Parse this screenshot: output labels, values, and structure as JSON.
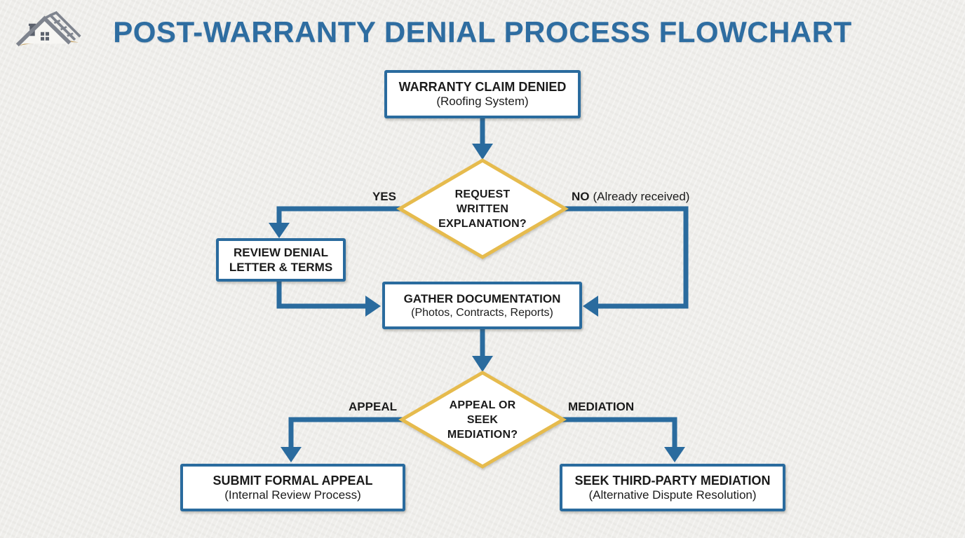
{
  "header": {
    "title": "POST-WARRANTY DENIAL PROCESS FLOWCHART"
  },
  "colors": {
    "background": "#efeeeb",
    "blue": "#2a6b9e",
    "title_blue": "#2e6da1",
    "gold": "#e6bb4d",
    "node_fill": "#ffffff",
    "text_dark": "#1b1b1b",
    "logo_gray": "#7f848e",
    "logo_dark": "#5b616c",
    "logo_gold": "#c8a76b"
  },
  "flowchart": {
    "nodes": {
      "claim_denied": {
        "title": "WARRANTY CLAIM DENIED",
        "subtitle": "(Roofing System)"
      },
      "request_explanation": {
        "line1": "REQUEST",
        "line2": "WRITTEN",
        "line3": "EXPLANATION?"
      },
      "review_denial": {
        "line1": "REVIEW DENIAL",
        "line2": "LETTER & TERMS"
      },
      "gather_documentation": {
        "title": "GATHER DOCUMENTATION",
        "subtitle": "(Photos, Contracts, Reports)"
      },
      "appeal_or_mediation": {
        "line1": "APPEAL OR",
        "line2": "SEEK",
        "line3": "MEDIATION?"
      },
      "submit_appeal": {
        "title": "SUBMIT FORMAL APPEAL",
        "subtitle": "(Internal Review Process)"
      },
      "seek_mediation": {
        "title": "SEEK THIRD-PARTY MEDIATION",
        "subtitle": "(Alternative Dispute Resolution)"
      }
    },
    "edge_labels": {
      "yes": "YES",
      "no": "NO",
      "no_note": "(Already received)",
      "appeal": "APPEAL",
      "mediation": "MEDIATION"
    }
  }
}
